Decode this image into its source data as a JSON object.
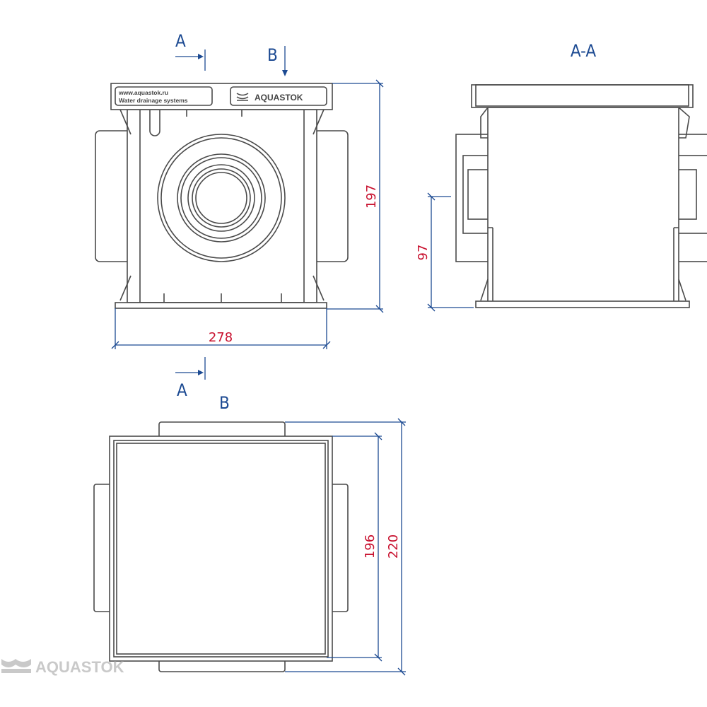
{
  "section_labels": {
    "a_top": "A",
    "a_bottom": "A",
    "b_top": "B",
    "b_plan": "B",
    "section_title": "A-A"
  },
  "plate": {
    "url": "www.aquastok.ru",
    "tagline": "Water drainage systems",
    "brand": "AQUASTOK"
  },
  "dimensions": {
    "height_total": "197",
    "width_total": "278",
    "outlet_height": "97",
    "inner_side": "196",
    "outer_side": "220"
  },
  "watermark": "AQUASTOK",
  "colors": {
    "line": "#4a4a4a",
    "dimension": "#1c4a92",
    "dimension_value": "#c8102e"
  }
}
